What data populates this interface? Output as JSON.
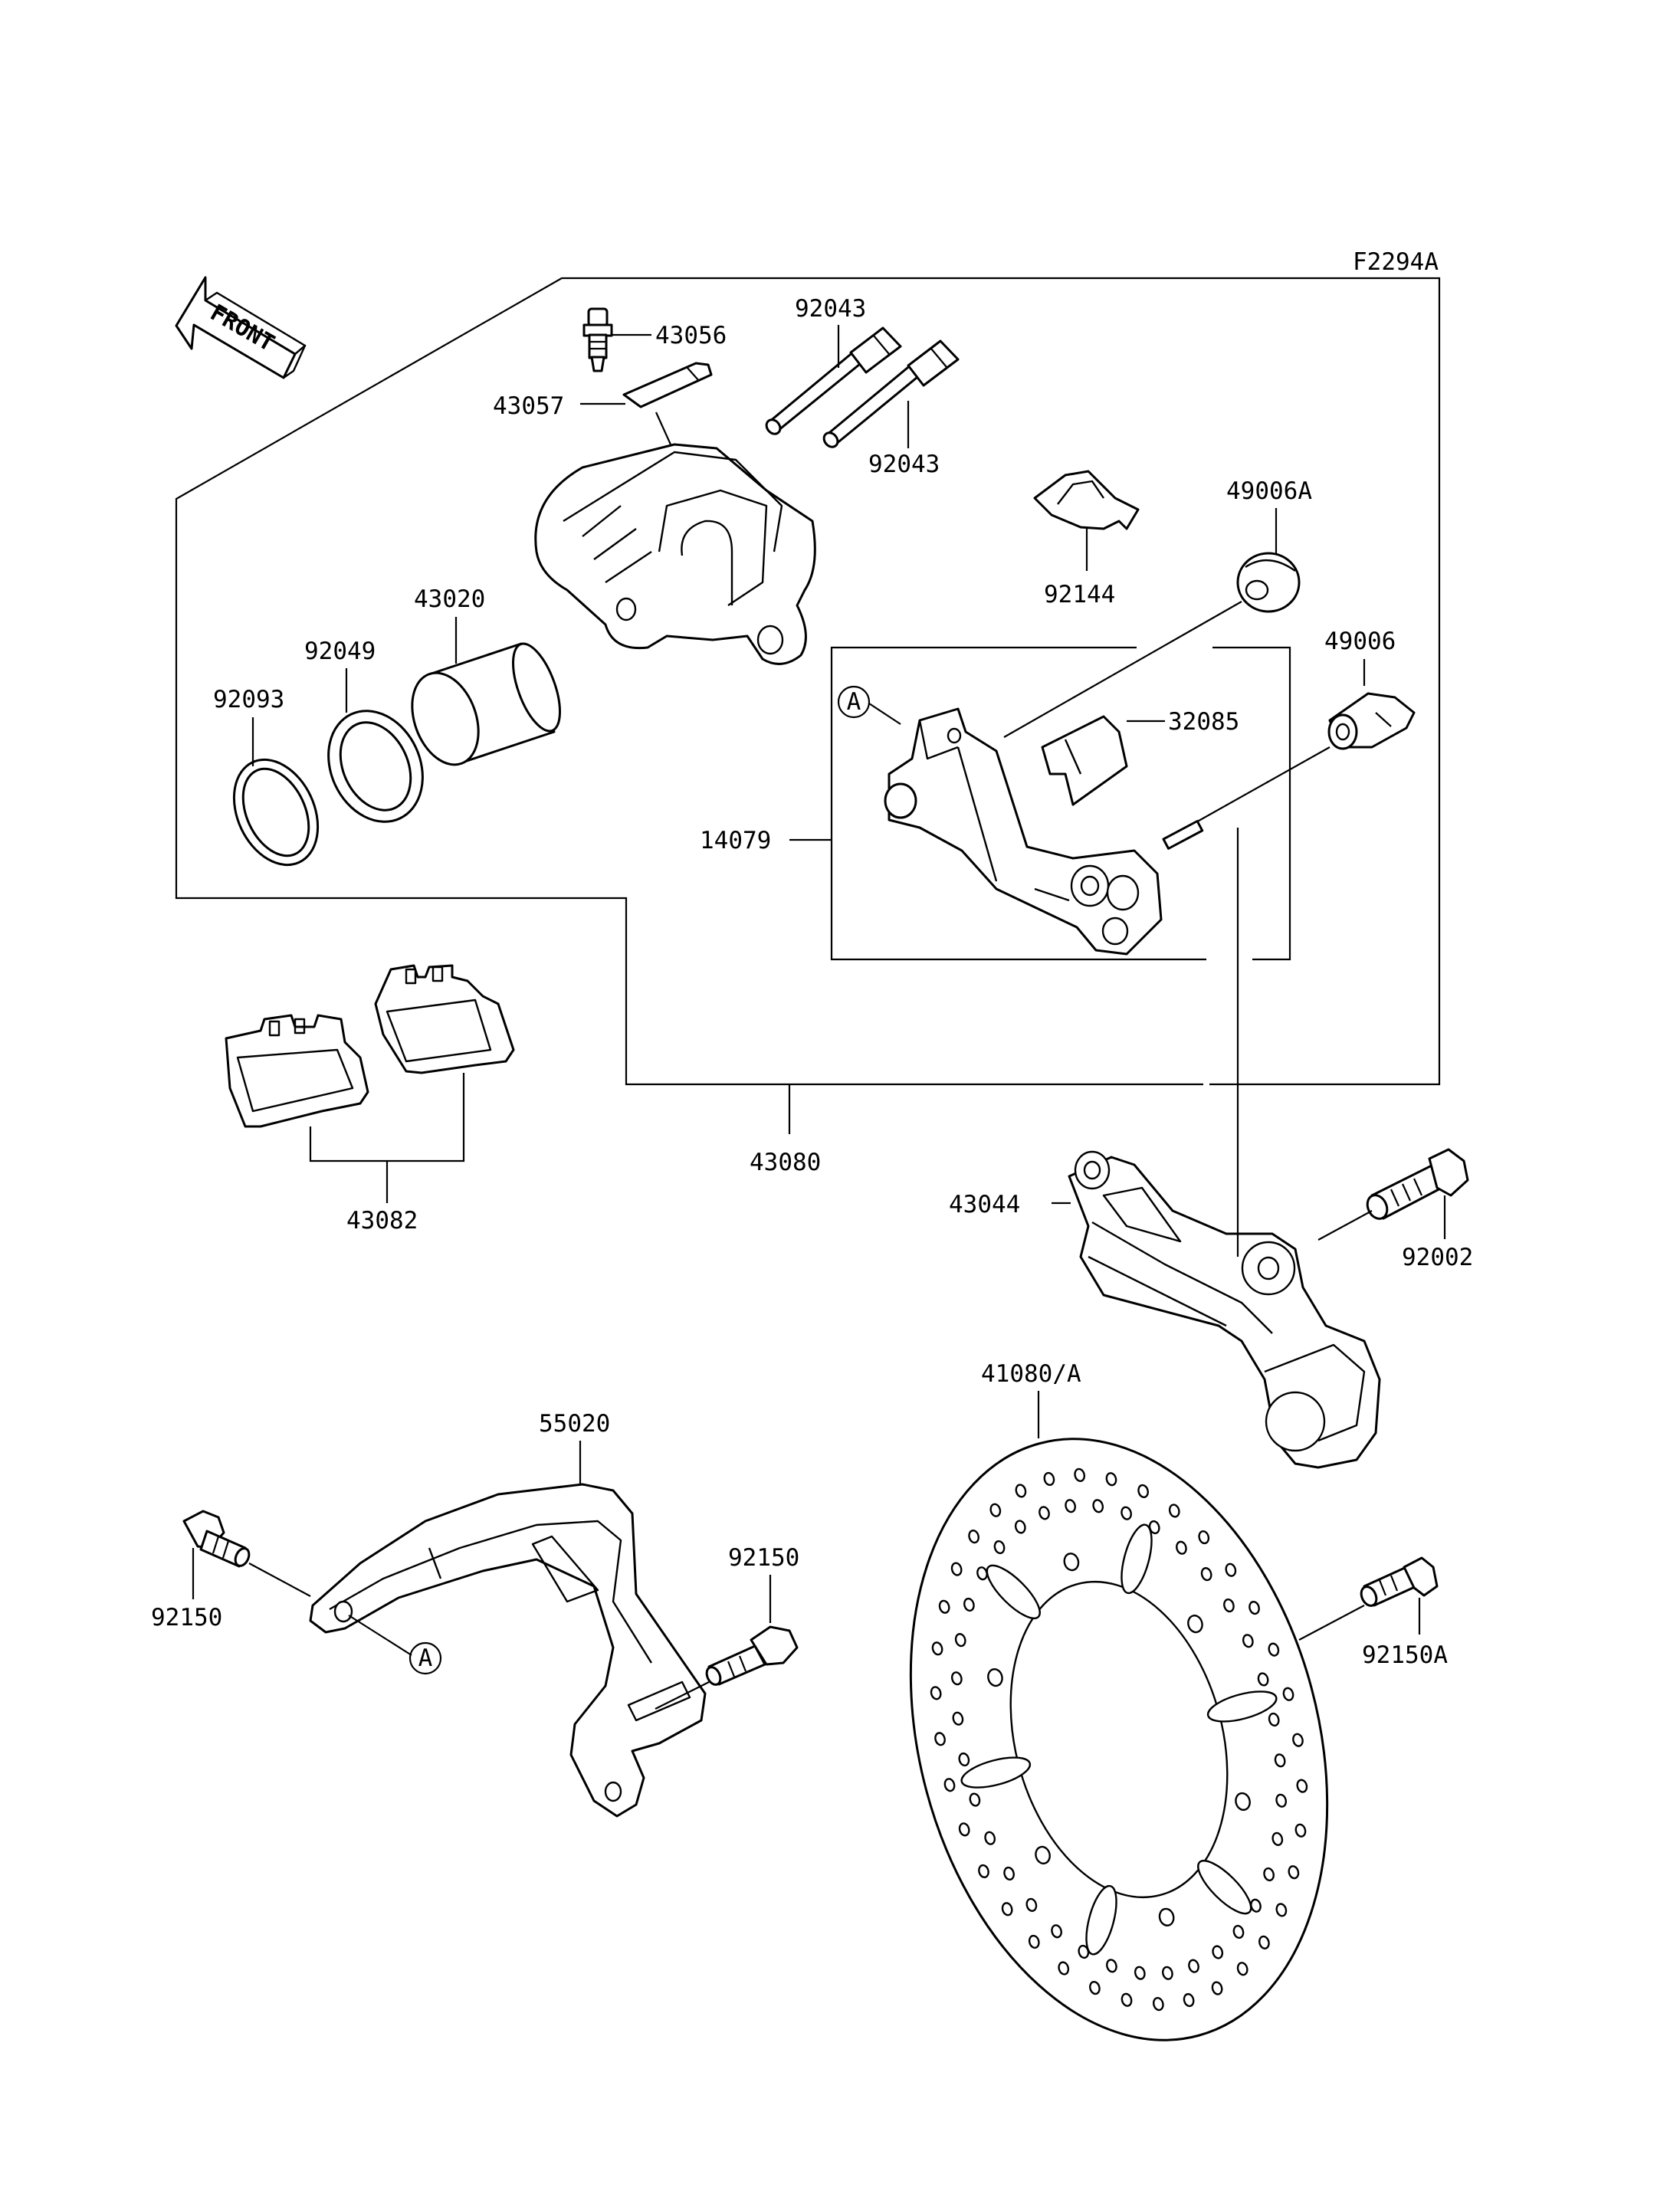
{
  "figure_code": "F2294A",
  "front_arrow": "FRONT",
  "reference_marker": "A",
  "labels": {
    "p43056": "43056",
    "p43057": "43057",
    "p92043_top": "92043",
    "p92043_bottom": "92043",
    "p92144": "92144",
    "p49006A": "49006A",
    "p49006": "49006",
    "p43020": "43020",
    "p92049": "92049",
    "p92093": "92093",
    "p32085": "32085",
    "p14079": "14079",
    "p43080": "43080",
    "p43082": "43082",
    "p43044": "43044",
    "p92002": "92002",
    "p41080A": "41080/A",
    "p55020": "55020",
    "p92150_left": "92150",
    "p92150_mid": "92150",
    "p92150A": "92150A"
  }
}
